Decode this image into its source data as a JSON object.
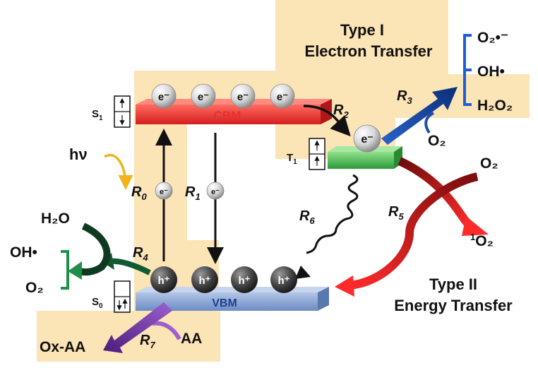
{
  "type_i": {
    "line1": "Type I",
    "line2": "Electron Transfer"
  },
  "type_ii": {
    "line1": "Type II",
    "line2": "Energy Transfer"
  },
  "bands": {
    "cbm": "CBM",
    "vbm": "VBM"
  },
  "states": {
    "s1": "S",
    "s1_sub": "1",
    "t1": "T",
    "t1_sub": "1",
    "s0": "S",
    "s0_sub": "0"
  },
  "particles": {
    "electron": "e⁻",
    "hole": "h⁺"
  },
  "light": "hν",
  "reactions": {
    "r0": "R",
    "r0_sub": "0",
    "r1": "R",
    "r1_sub": "1",
    "r2": "R",
    "r2_sub": "2",
    "r3": "R",
    "r3_sub": "3",
    "r4": "R",
    "r4_sub": "4",
    "r5": "R",
    "r5_sub": "5",
    "r6": "R",
    "r6_sub": "6",
    "r7": "R",
    "r7_sub": "7"
  },
  "species": {
    "superoxide": "O₂•⁻",
    "hydroxyl_top": "OH•",
    "h2o2": "H₂O₂",
    "o2_t1": "O₂",
    "o2_right": "O₂",
    "singlet_o2_sup": "1",
    "singlet_o2": "O₂",
    "h2o": "H₂O",
    "hydroxyl_left": "OH•",
    "o2_left": "O₂",
    "aa": "AA",
    "ox_aa": "Ox-AA"
  },
  "colors": {
    "background_panel": "#fbe4b6",
    "cbm": "#e8302c",
    "vbm": "#7f9fd1",
    "t1": "#3fb04a",
    "type_i_arrow": "#0d3a8c",
    "type_ii_arrow": "#e01b1b",
    "r4_arrow": "#0f5a32",
    "water_branch": "#1f8e4a",
    "r7_arrow": "#5e2a8f",
    "r0_arrow": "#f0b31a"
  }
}
